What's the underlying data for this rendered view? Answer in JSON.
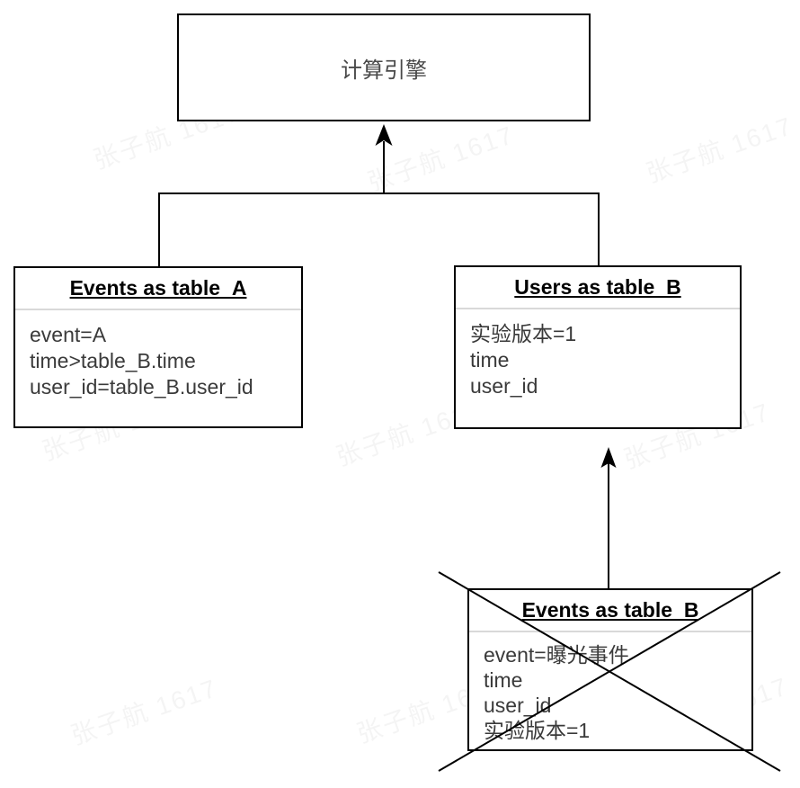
{
  "watermark": {
    "text": "张子航 1617"
  },
  "engine": {
    "title": "计算引擎"
  },
  "table_a": {
    "title": "Events as table_A",
    "rows": [
      "event=A",
      "time>table_B.time",
      "user_id=table_B.user_id"
    ]
  },
  "users_b": {
    "title": "Users as table_B",
    "rows": [
      "实验版本=1",
      "time",
      "user_id"
    ]
  },
  "events_b": {
    "title": "Events as table_B",
    "rows": [
      "event=曝光事件",
      "time",
      "user_id",
      "实验版本=1"
    ],
    "status": "crossed-out"
  },
  "colors": {
    "line": "#000000",
    "box_border": "#000000",
    "divider": "#d9d9d9",
    "body_text": "#3a3a3a",
    "title_text": "#000000",
    "watermark_text": "rgba(0,0,0,0.045)"
  }
}
